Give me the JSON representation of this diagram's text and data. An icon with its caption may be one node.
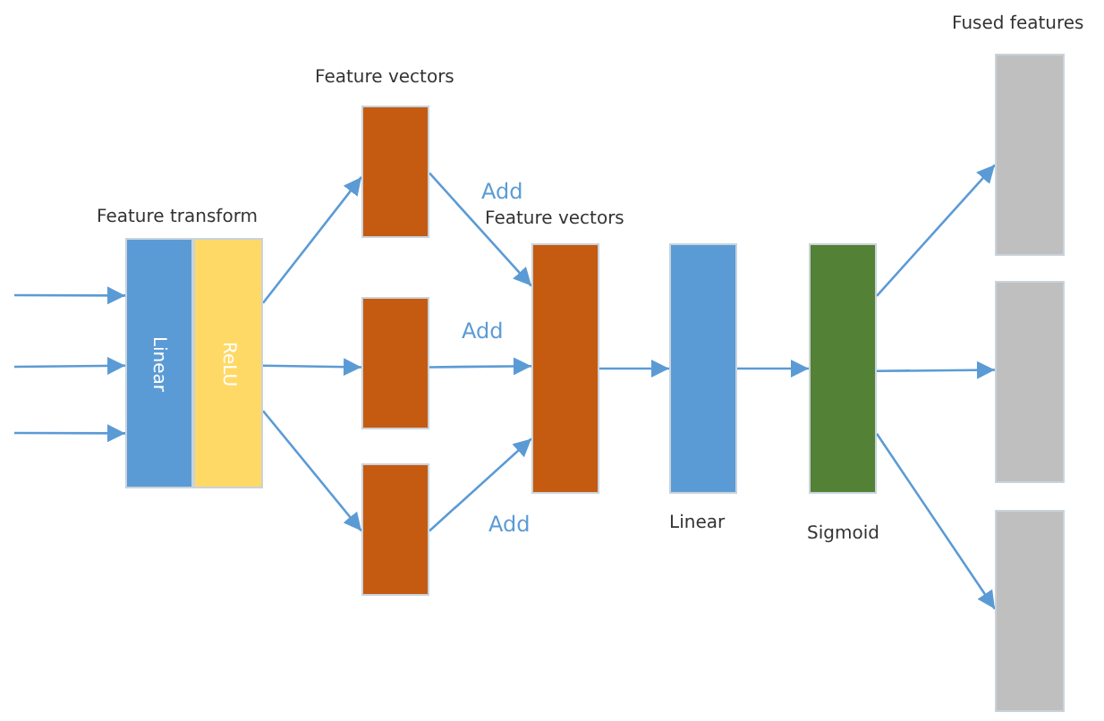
{
  "diagram": {
    "nodes": [
      {
        "text": [
          "Linear"
        ]
      },
      {
        "text": [
          "ReLU"
        ]
      },
      {
        "text": [],
        "shape": "box",
        "beside": [
          "Feature vectors"
        ]
      },
      {
        "text": [],
        "shape": "box"
      },
      {
        "text": [],
        "shape": "box"
      },
      {
        "text": [],
        "shape": "box",
        "beside": [
          "Feature vectors"
        ]
      },
      {
        "text": [],
        "shape": "box",
        "beside": [
          "Linear"
        ]
      },
      {
        "text": [],
        "shape": "box",
        "beside": [
          "Sigmoid"
        ]
      },
      {
        "text": [],
        "shape": "box",
        "beside": [
          "Fused features"
        ]
      },
      {
        "text": [],
        "shape": "box"
      },
      {
        "text": [],
        "shape": "box"
      }
    ],
    "edges": [
      {
        "from": null,
        "to": 0,
        "arrow": "to"
      },
      {
        "from": null,
        "to": 0,
        "arrow": "to"
      },
      {
        "from": null,
        "to": 0,
        "arrow": "to"
      },
      {
        "from": 1,
        "to": 2,
        "arrow": "to"
      },
      {
        "from": 1,
        "to": 3,
        "arrow": "to"
      },
      {
        "from": 1,
        "to": 4,
        "arrow": "to"
      },
      {
        "from": 2,
        "to": 5,
        "arrow": "to",
        "label": "Add"
      },
      {
        "from": 3,
        "to": 5,
        "arrow": "to",
        "label": "Add"
      },
      {
        "from": 4,
        "to": 5,
        "arrow": "to",
        "label": "Add"
      },
      {
        "from": 5,
        "to": 6,
        "arrow": "to"
      },
      {
        "from": 6,
        "to": 7,
        "arrow": "to"
      },
      {
        "from": 7,
        "to": 8,
        "arrow": "to"
      },
      {
        "from": 7,
        "to": 9,
        "arrow": "to"
      },
      {
        "from": 7,
        "to": 10,
        "arrow": "to"
      }
    ],
    "labels": [
      "Feature transform"
    ]
  }
}
